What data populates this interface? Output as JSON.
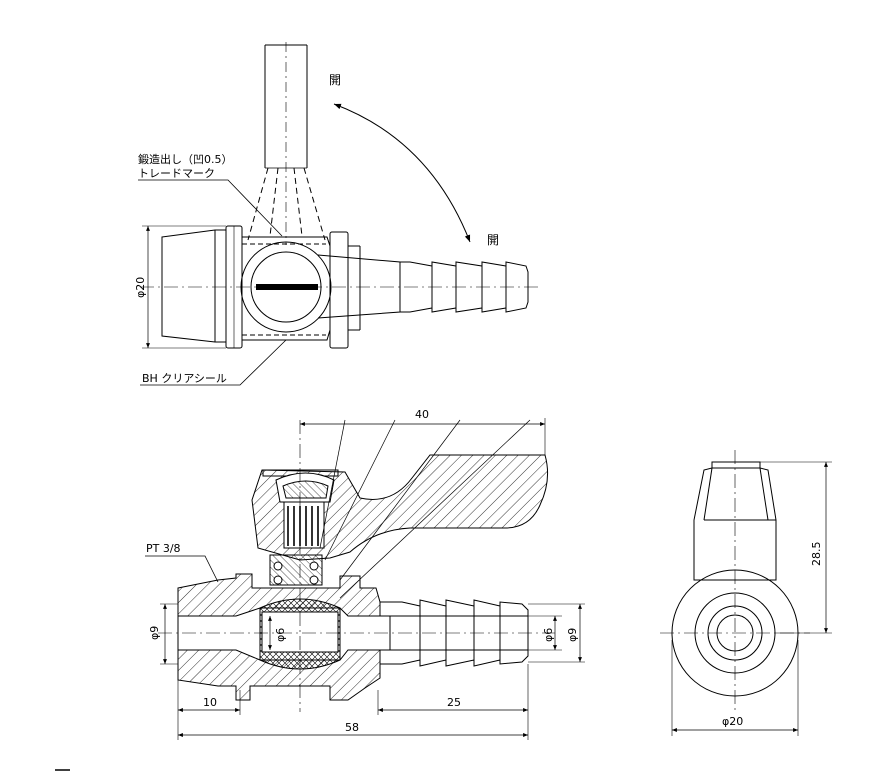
{
  "annotations": {
    "top_open_label": "開",
    "side_open_label": "開",
    "forging_note": "鍛造出し（凹0.5）",
    "trademark_note": "トレードマーク",
    "clear_seal_note": "BH クリアシール",
    "thread_note": "PT 3/8"
  },
  "dimensions": {
    "top_dia": "φ20",
    "length_40": "40",
    "left_dia": "φ9",
    "bore_dia": "φ6",
    "right_bore_dia": "φ6",
    "right_outer_dia": "φ9",
    "height_285": "28.5",
    "bottom_10": "10",
    "bottom_25": "25",
    "overall_58": "58",
    "end_dia_20": "φ20"
  },
  "colors": {
    "line": "#000000",
    "background": "#ffffff"
  }
}
